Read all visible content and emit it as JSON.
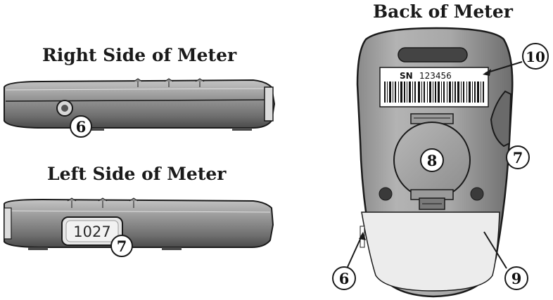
{
  "titles": {
    "right_side": "Right Side of Meter",
    "left_side": "Left Side of Meter",
    "back": "Back of Meter"
  },
  "labels": {
    "serial_prefix": "SN",
    "serial_number": "123456",
    "code_display": "1027"
  },
  "callouts": {
    "right_side_port": "6",
    "left_side_code_window": "7",
    "back_battery_door": "8",
    "back_side_strip_port": "7",
    "back_serial_label": "10",
    "back_lower_panel": "9",
    "back_left_edge": "6"
  },
  "colors": {
    "body_dark": "#6e6e6e",
    "body_mid": "#9a9a9a",
    "body_light": "#cfcfcf",
    "outline": "#1a1a1a"
  }
}
